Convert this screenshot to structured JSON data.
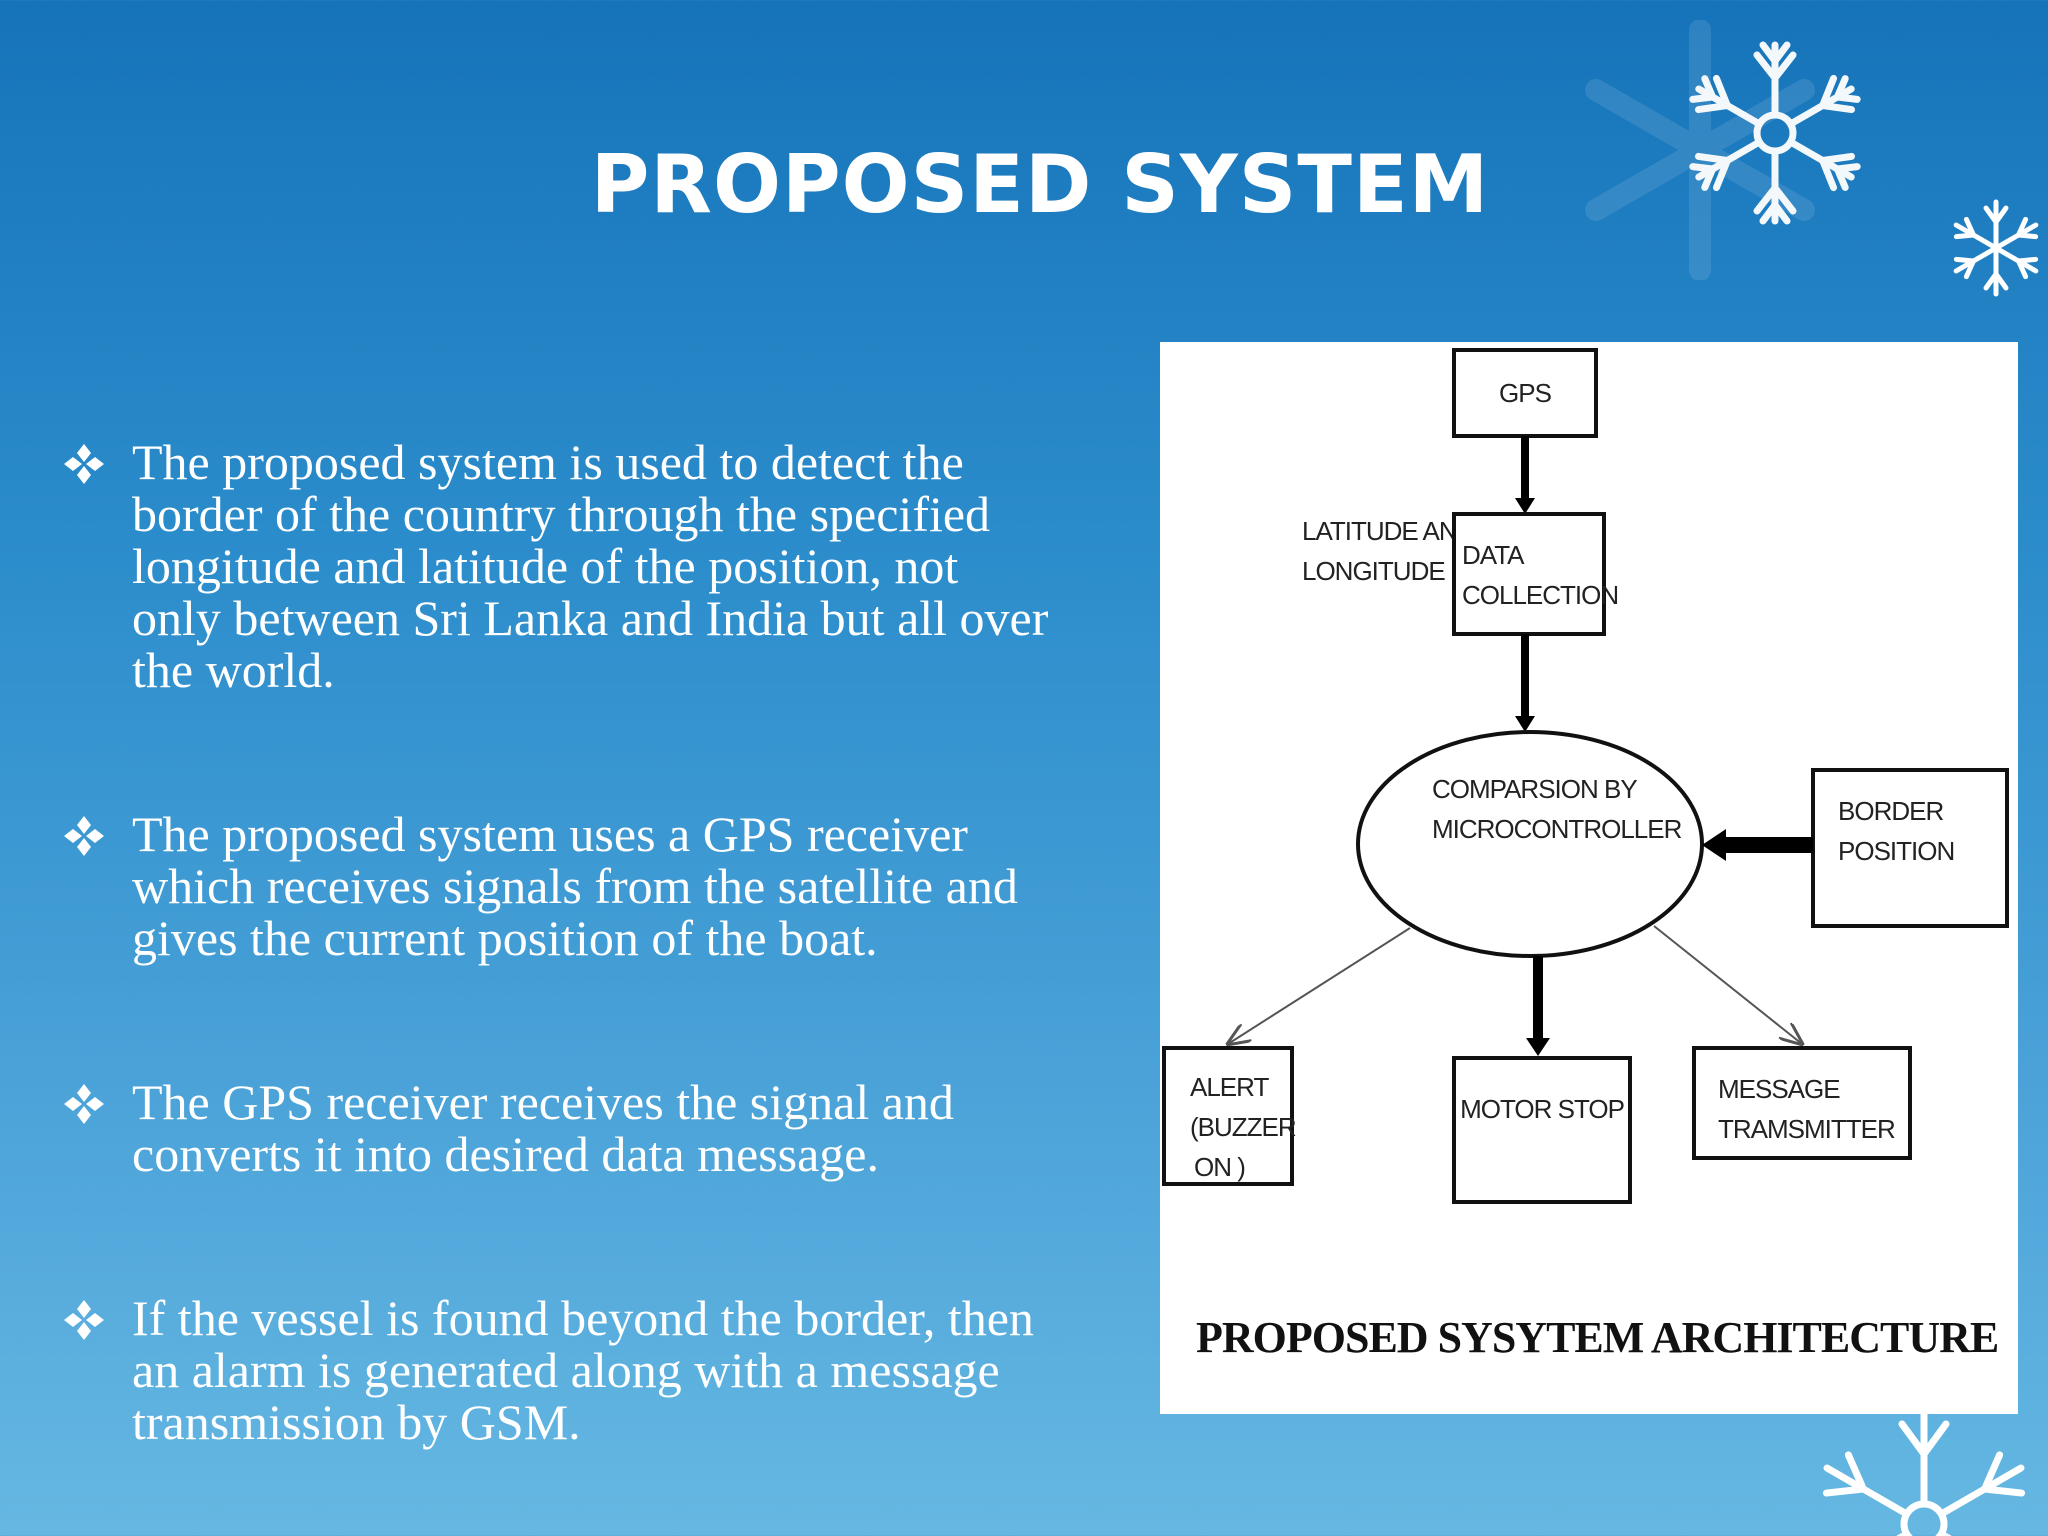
{
  "slide": {
    "title": "PROPOSED SYSTEM",
    "bullets": [
      "The proposed system is used to detect the\nborder  of the country  through  the specified\nlongitude  and latitude of the position, not\nonly between Sri Lanka and India but all over\nthe world.",
      "The proposed system uses a GPS receiver\nwhich receives  signals from the satellite and\ngives the current position of the boat.",
      "The GPS receiver receives the signal and\nconverts  it into desired data message.",
      "If the vessel is found beyond the border, then\nan alarm is generated along with a message\ntransmission by  GSM."
    ]
  },
  "diagram": {
    "gps": "GPS",
    "lat_long": [
      "LATITUDE AND",
      "LONGITUDE"
    ],
    "data_collection": [
      "DATA",
      "COLLECTION"
    ],
    "comparison": [
      "COMPARSION BY",
      "MICROCONTROLLER"
    ],
    "border_position": [
      "BORDER",
      "POSITION"
    ],
    "alert": [
      "ALERT",
      "(BUZZER",
      "ON )"
    ],
    "motor_stop": "MOTOR STOP",
    "message_transmitter": [
      "MESSAGE",
      "TRAMSMITTER"
    ],
    "caption": "PROPOSED SYSYTEM ARCHITECTURE"
  },
  "colors": {
    "background_top": "#1673b9",
    "background_bottom": "#66b8e2",
    "text": "#ffffff"
  },
  "icons": {
    "bullet": "four-diamond-bullet-icon",
    "decor": "snowflake-icon"
  }
}
